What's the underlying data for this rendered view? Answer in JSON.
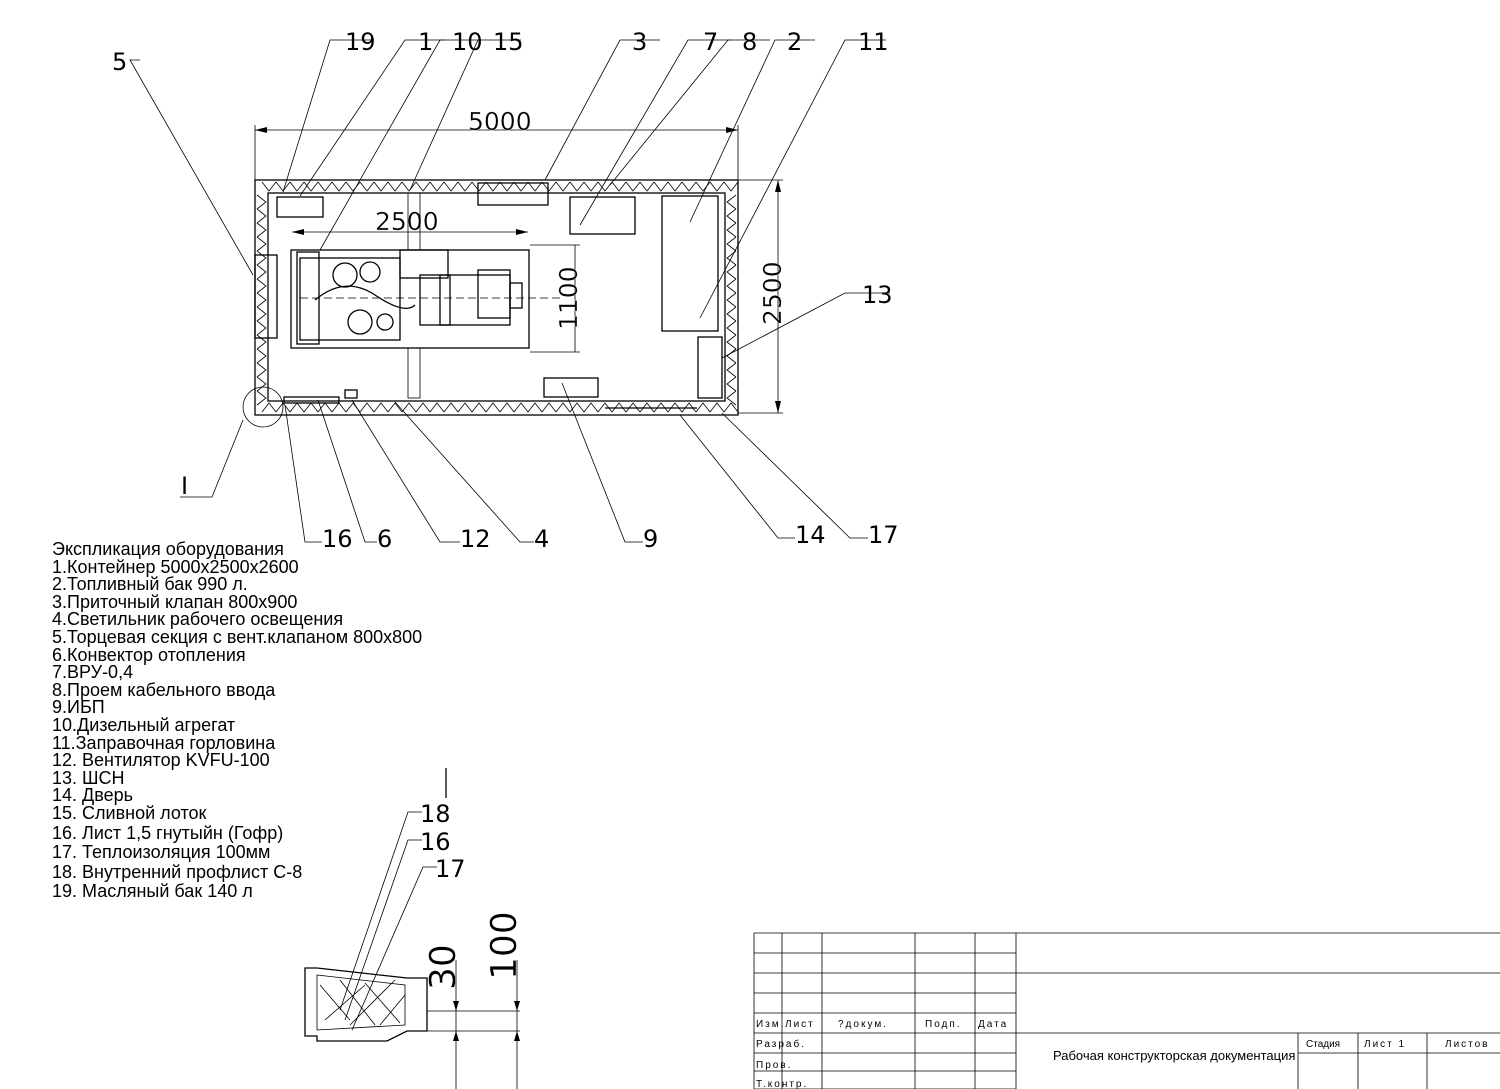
{
  "plan": {
    "dimensions": {
      "length": "5000",
      "width": "2500",
      "inner_length": "2500",
      "genset_width": "1100"
    },
    "callouts_top": [
      "19",
      "1",
      "10",
      "15",
      "3",
      "7",
      "8",
      "2",
      "11"
    ],
    "callout_left": "5",
    "callout_right": "13",
    "callouts_bottom": [
      "16",
      "6",
      "12",
      "4",
      "9",
      "14",
      "17"
    ],
    "section_mark": "I"
  },
  "legend": {
    "title": "Экспликация оборудования",
    "items": [
      "1.Контейнер 5000х2500х2600",
      "2.Топливный бак 990 л.",
      "3.Приточный клапан 800х900",
      "4.Светильник рабочего освещения",
      "5.Торцевая секция с вент.клапаном 800х800",
      "6.Конвектор отопления",
      "7.ВРУ-0,4",
      "8.Проем кабельного ввода",
      "9.ИБП",
      "10.Дизельный агрегат",
      "11.Заправочная горловина",
      "12. Вентилятор KVFU-100",
      "13. ШСН",
      "14. Дверь",
      "15. Сливной лоток",
      "16. Лист 1,5 гнутыйн (Гофр)",
      "17. Теплоизоляция 100мм",
      "18. Внутренний профлист С-8",
      "19. Масляный бак 140 л"
    ]
  },
  "detail": {
    "callouts": [
      "18",
      "16",
      "17"
    ],
    "dim_small": "30",
    "dim_large": "100"
  },
  "title_block": {
    "headers": [
      "Изм.",
      "Лист",
      "?докум.",
      "Подп.",
      "Дата"
    ],
    "roles": [
      "Разраб.",
      "Пров.",
      "Т.контр."
    ],
    "document_title": "Рабочая конструкторская документация",
    "stage_label": "Стадия",
    "sheet_label": "Лист 1",
    "sheets_label": "Листов"
  }
}
